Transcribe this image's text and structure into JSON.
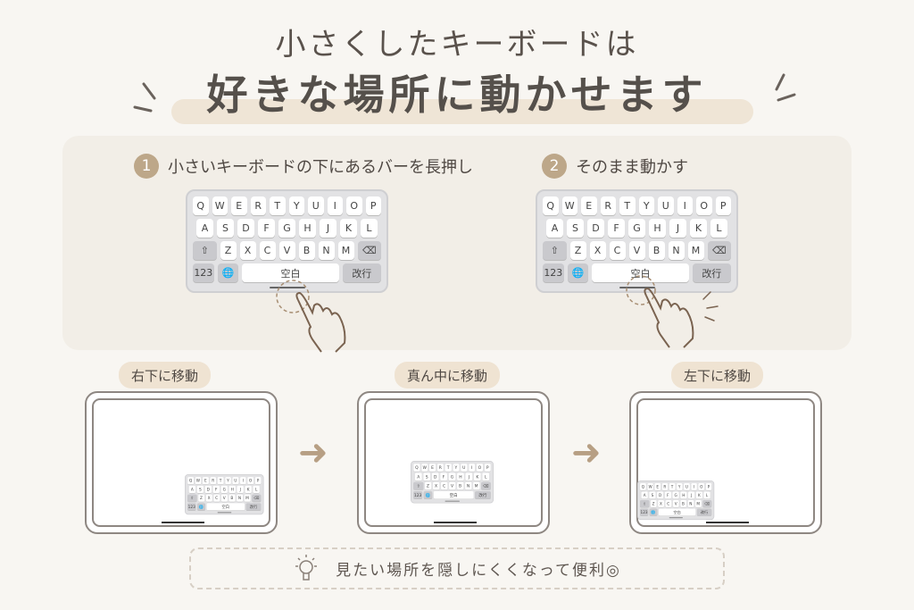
{
  "header": {
    "line1": "小さくしたキーボードは",
    "line2": "好きな場所に動かせます"
  },
  "steps": [
    {
      "num": "1",
      "text": "小さいキーボードの下にあるバーを長押し"
    },
    {
      "num": "2",
      "text": "そのまま動かす"
    }
  ],
  "keyboard": {
    "rows": [
      [
        "Q",
        "W",
        "E",
        "R",
        "T",
        "Y",
        "U",
        "I",
        "O",
        "P"
      ],
      [
        "A",
        "S",
        "D",
        "F",
        "G",
        "H",
        "J",
        "K",
        "L"
      ]
    ],
    "row3": [
      "Z",
      "X",
      "C",
      "V",
      "B",
      "N",
      "M"
    ],
    "numbers_key": "123",
    "space_key": "空白",
    "return_key": "改行",
    "shift_icon": "shift-icon",
    "delete_icon": "delete-icon",
    "globe_icon": "globe-icon"
  },
  "positions": [
    {
      "label": "右下に移動"
    },
    {
      "label": "真ん中に移動"
    },
    {
      "label": "左下に移動"
    }
  ],
  "tip": {
    "icon": "lightbulb-icon",
    "text": "見たい場所を隠しにくくなって便利◎"
  },
  "colors": {
    "accent": "#bda789",
    "highlight": "#efe5d6",
    "panel": "#f2eee7"
  }
}
